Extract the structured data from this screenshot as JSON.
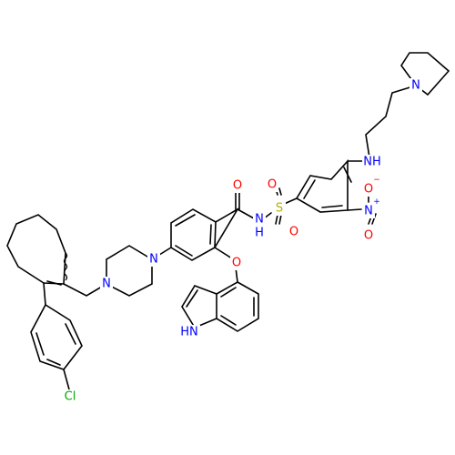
{
  "structure": {
    "atom_labels": [
      {
        "id": "o-carbonyl",
        "text": "O",
        "color": "#ff0000"
      },
      {
        "id": "nh-amide",
        "text": "N",
        "sub": "H",
        "color": "#0000ff"
      },
      {
        "id": "s-sulfonyl",
        "text": "S",
        "color": "#b2b200"
      },
      {
        "id": "o-sulfonyl-top",
        "text": "O",
        "color": "#ff0000"
      },
      {
        "id": "o-sulfonyl-bottom",
        "text": "O",
        "color": "#ff0000"
      },
      {
        "id": "nh-aniline",
        "text": "NH",
        "color": "#0000ff"
      },
      {
        "id": "n-pyrrolidine",
        "text": "N",
        "color": "#0000ff"
      },
      {
        "id": "n-nitro",
        "text": "N",
        "charge": "+",
        "color": "#0000ff"
      },
      {
        "id": "o-nitro-minus",
        "text": "O",
        "charge": "−",
        "color": "#ff0000"
      },
      {
        "id": "o-nitro",
        "text": "O",
        "color": "#ff0000"
      },
      {
        "id": "o-ether",
        "text": "O",
        "color": "#ff0000"
      },
      {
        "id": "nh-indole",
        "text": "HN",
        "color": "#0000ff"
      },
      {
        "id": "n-piperazine-1",
        "text": "N",
        "color": "#0000ff"
      },
      {
        "id": "n-piperazine-4",
        "text": "N",
        "color": "#0000ff"
      },
      {
        "id": "cl",
        "text": "Cl",
        "color": "#00aa00"
      }
    ]
  }
}
